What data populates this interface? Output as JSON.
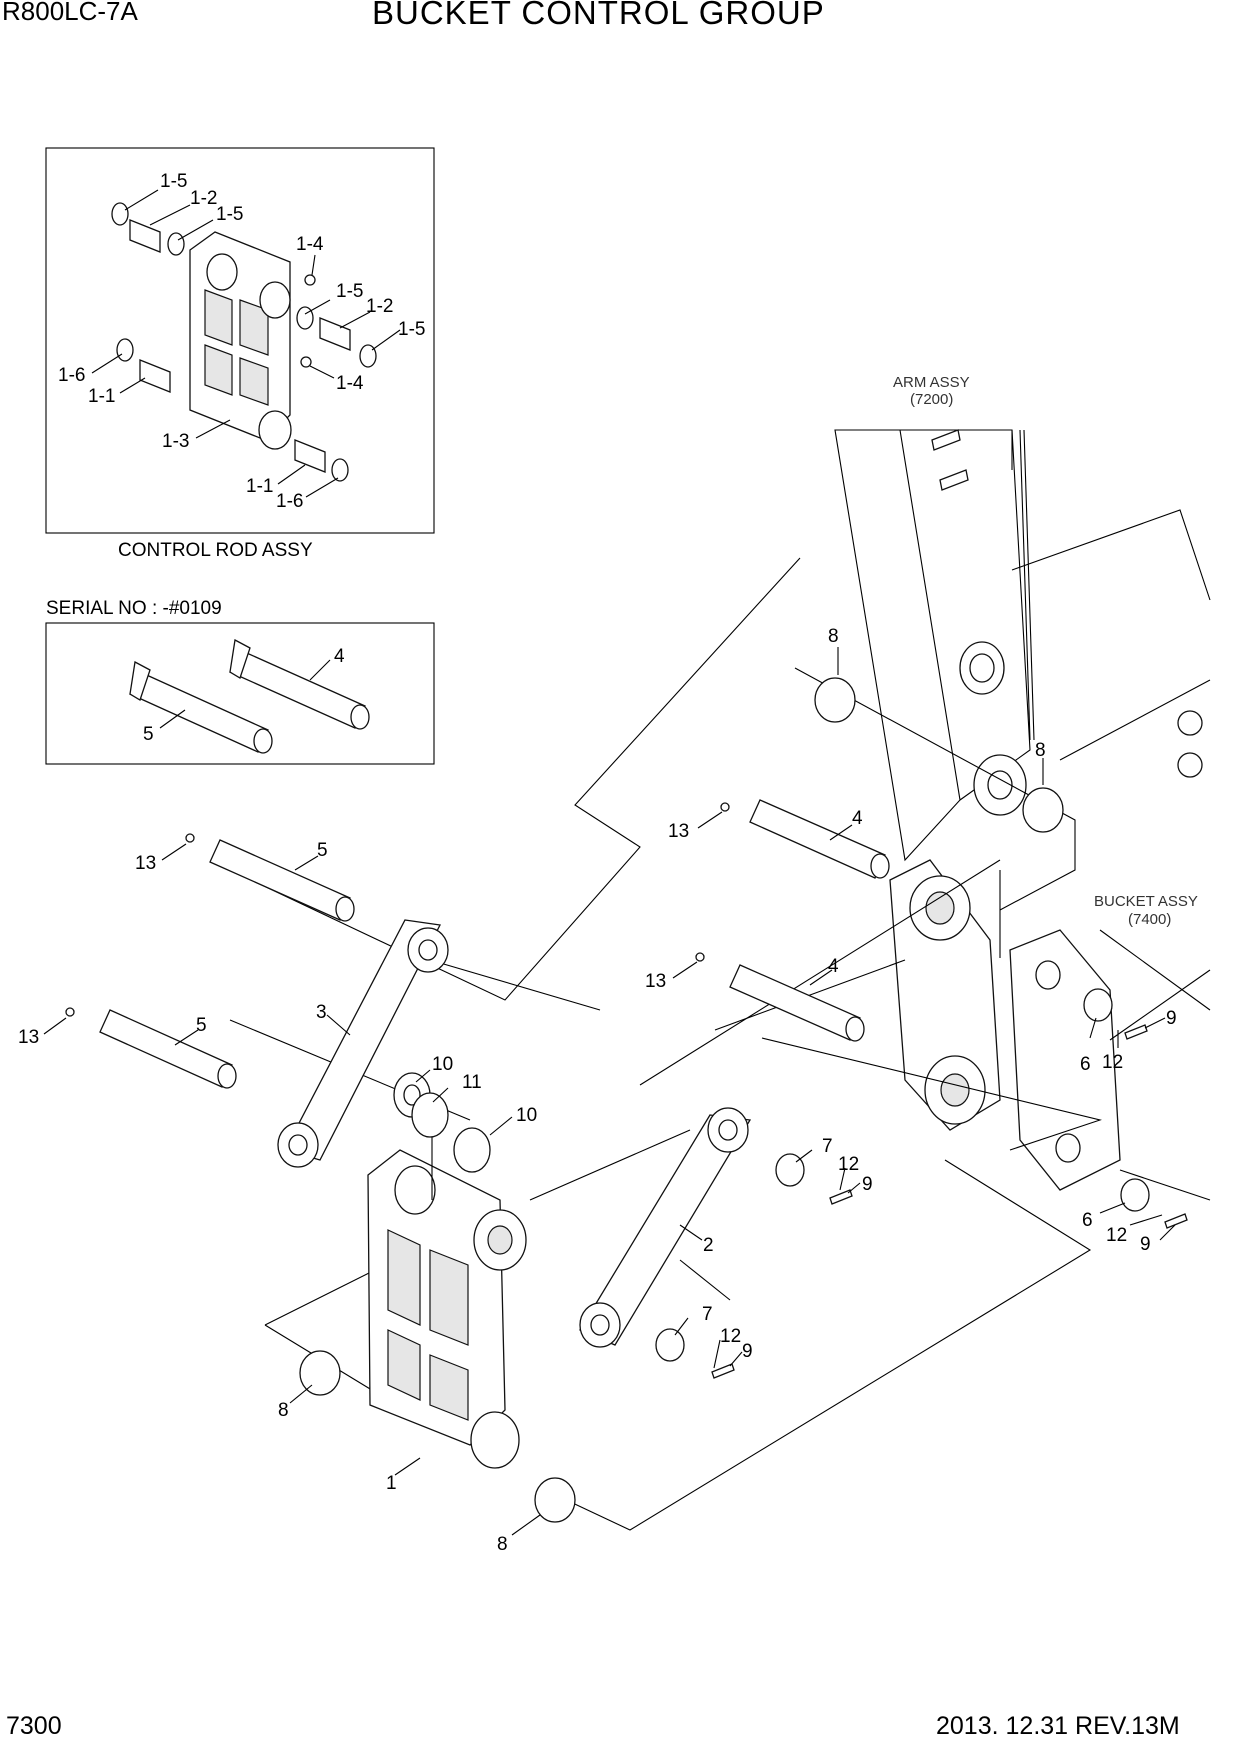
{
  "header": {
    "model": "R800LC-7A",
    "title": "BUCKET CONTROL  GROUP"
  },
  "footer": {
    "page_number": "7300",
    "revision": "2013. 12.31  REV.13M"
  },
  "inset_control_rod": {
    "caption": "CONTROL ROD ASSY",
    "labels": [
      "1-5",
      "1-2",
      "1-5",
      "1-4",
      "1-5",
      "1-2",
      "1-5",
      "1-6",
      "1-1",
      "1-4",
      "1-3",
      "1-1",
      "1-6"
    ]
  },
  "inset_serial": {
    "serial_text": "SERIAL NO : -#0109",
    "labels": [
      "4",
      "5"
    ]
  },
  "main": {
    "arm_assy": {
      "name": "ARM ASSY",
      "ref": "(7200)"
    },
    "bucket_assy": {
      "name": "BUCKET ASSY",
      "ref": "(7400)"
    },
    "labels": [
      "8",
      "8",
      "13",
      "4",
      "13",
      "4",
      "13",
      "5",
      "3",
      "13",
      "5",
      "10",
      "11",
      "10",
      "7",
      "12",
      "9",
      "6",
      "12",
      "9",
      "6",
      "12",
      "9",
      "2",
      "7",
      "12",
      "9",
      "8",
      "1",
      "8"
    ]
  }
}
